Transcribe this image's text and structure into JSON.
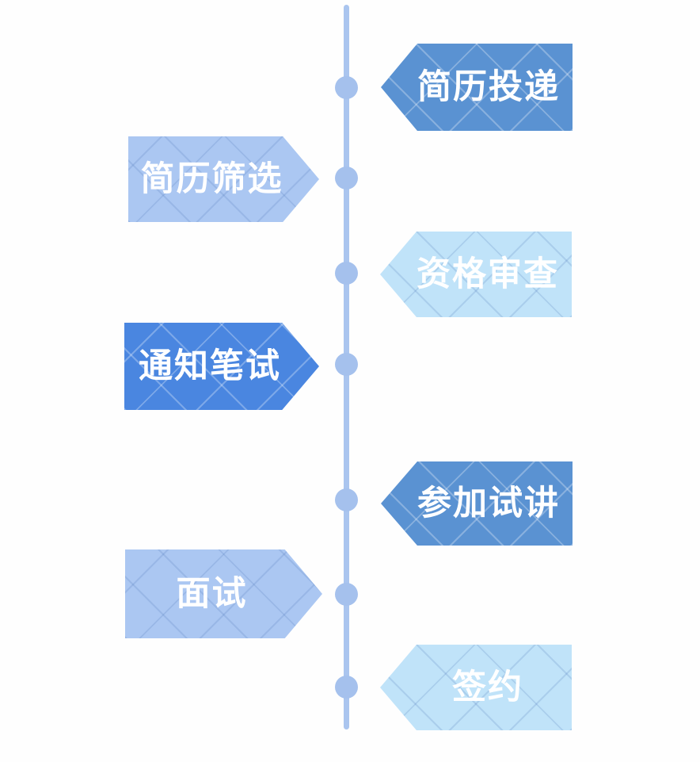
{
  "stages": [
    {
      "label": "简历投递",
      "side": "right",
      "variant": "medium"
    },
    {
      "label": "简历筛选",
      "side": "left",
      "variant": "periwinkle"
    },
    {
      "label": "资格审查",
      "side": "right",
      "variant": "sky"
    },
    {
      "label": "通知笔试",
      "side": "left",
      "variant": "vivid"
    },
    {
      "label": "参加试讲",
      "side": "right",
      "variant": "medium"
    },
    {
      "label": "面试",
      "side": "left",
      "variant": "periwinkle"
    },
    {
      "label": "签约",
      "side": "right",
      "variant": "sky"
    }
  ],
  "colors": {
    "background": "#fefefe",
    "timeline": "#aac5ef",
    "node": "#a5c1ed",
    "banner_medium": "#5a92d2",
    "banner_periwinkle": "#abc7f2",
    "banner_sky": "#c0e3f9",
    "banner_vivid": "#4a86e0",
    "text": "#ffffff"
  }
}
